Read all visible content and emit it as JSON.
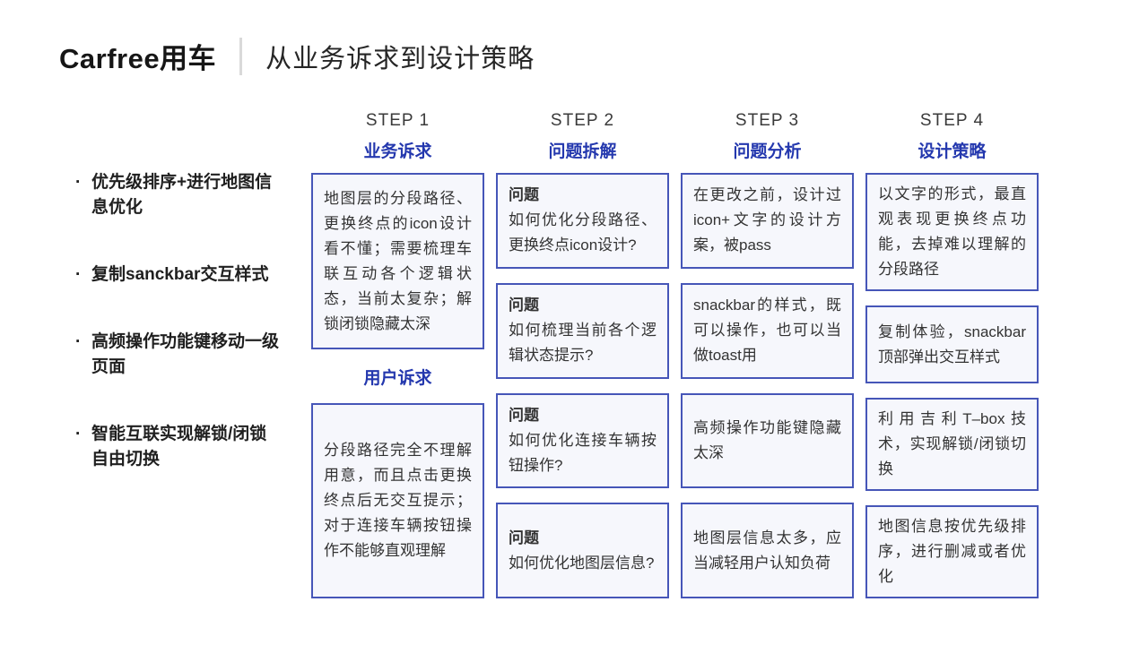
{
  "header": {
    "title": "Carfree用车",
    "subtitle": "从业务诉求到设计策略"
  },
  "colors": {
    "accent_blue_text": "#2438ae",
    "box_border": "#4656b8",
    "box_fill": "#f6f7fc",
    "divider_gray": "#d9d9d9"
  },
  "sidebar": {
    "bullet": "·",
    "items": [
      "优先级排序+进行地图信息优化",
      "复制sanckbar交互样式",
      "高频操作功能键移动一级页面",
      "智能互联实现解锁/闭锁自由切换"
    ]
  },
  "steps": [
    {
      "step": "STEP 1",
      "label": "业务诉求"
    },
    {
      "step": "STEP 2",
      "label": "问题拆解"
    },
    {
      "step": "STEP 3",
      "label": "问题分析"
    },
    {
      "step": "STEP 4",
      "label": "设计策略"
    }
  ],
  "column1": {
    "box1": "地图层的分段路径、更换终点的icon设计看不懂；需要梳理车联互动各个逻辑状态，当前太复杂；解锁闭锁隐藏太深",
    "mid_label": "用户诉求",
    "box2": "分段路径完全不理解用意，而且点击更换终点后无交互提示；对于连接车辆按钮操作不能够直观理解"
  },
  "column2": {
    "issue_label": "问题",
    "boxes": [
      "如何优化分段路径、更换终点icon设计?",
      "如何梳理当前各个逻辑状态提示?",
      "如何优化连接车辆按钮操作?",
      "如何优化地图层信息?"
    ]
  },
  "column3": {
    "boxes": [
      "在更改之前，设计过icon+文字的设计方案，被pass",
      "snackbar的样式，既可以操作，也可以当做toast用",
      "高频操作功能键隐藏太深",
      "地图层信息太多，应当减轻用户认知负荷"
    ]
  },
  "column4": {
    "boxes": [
      "以文字的形式，最直观表现更换终点功能，去掉难以理解的分段路径",
      "复制体验，snackbar顶部弹出交互样式",
      "利用吉利T–box技术，实现解锁/闭锁切换",
      "地图信息按优先级排序，进行删减或者优化"
    ]
  }
}
